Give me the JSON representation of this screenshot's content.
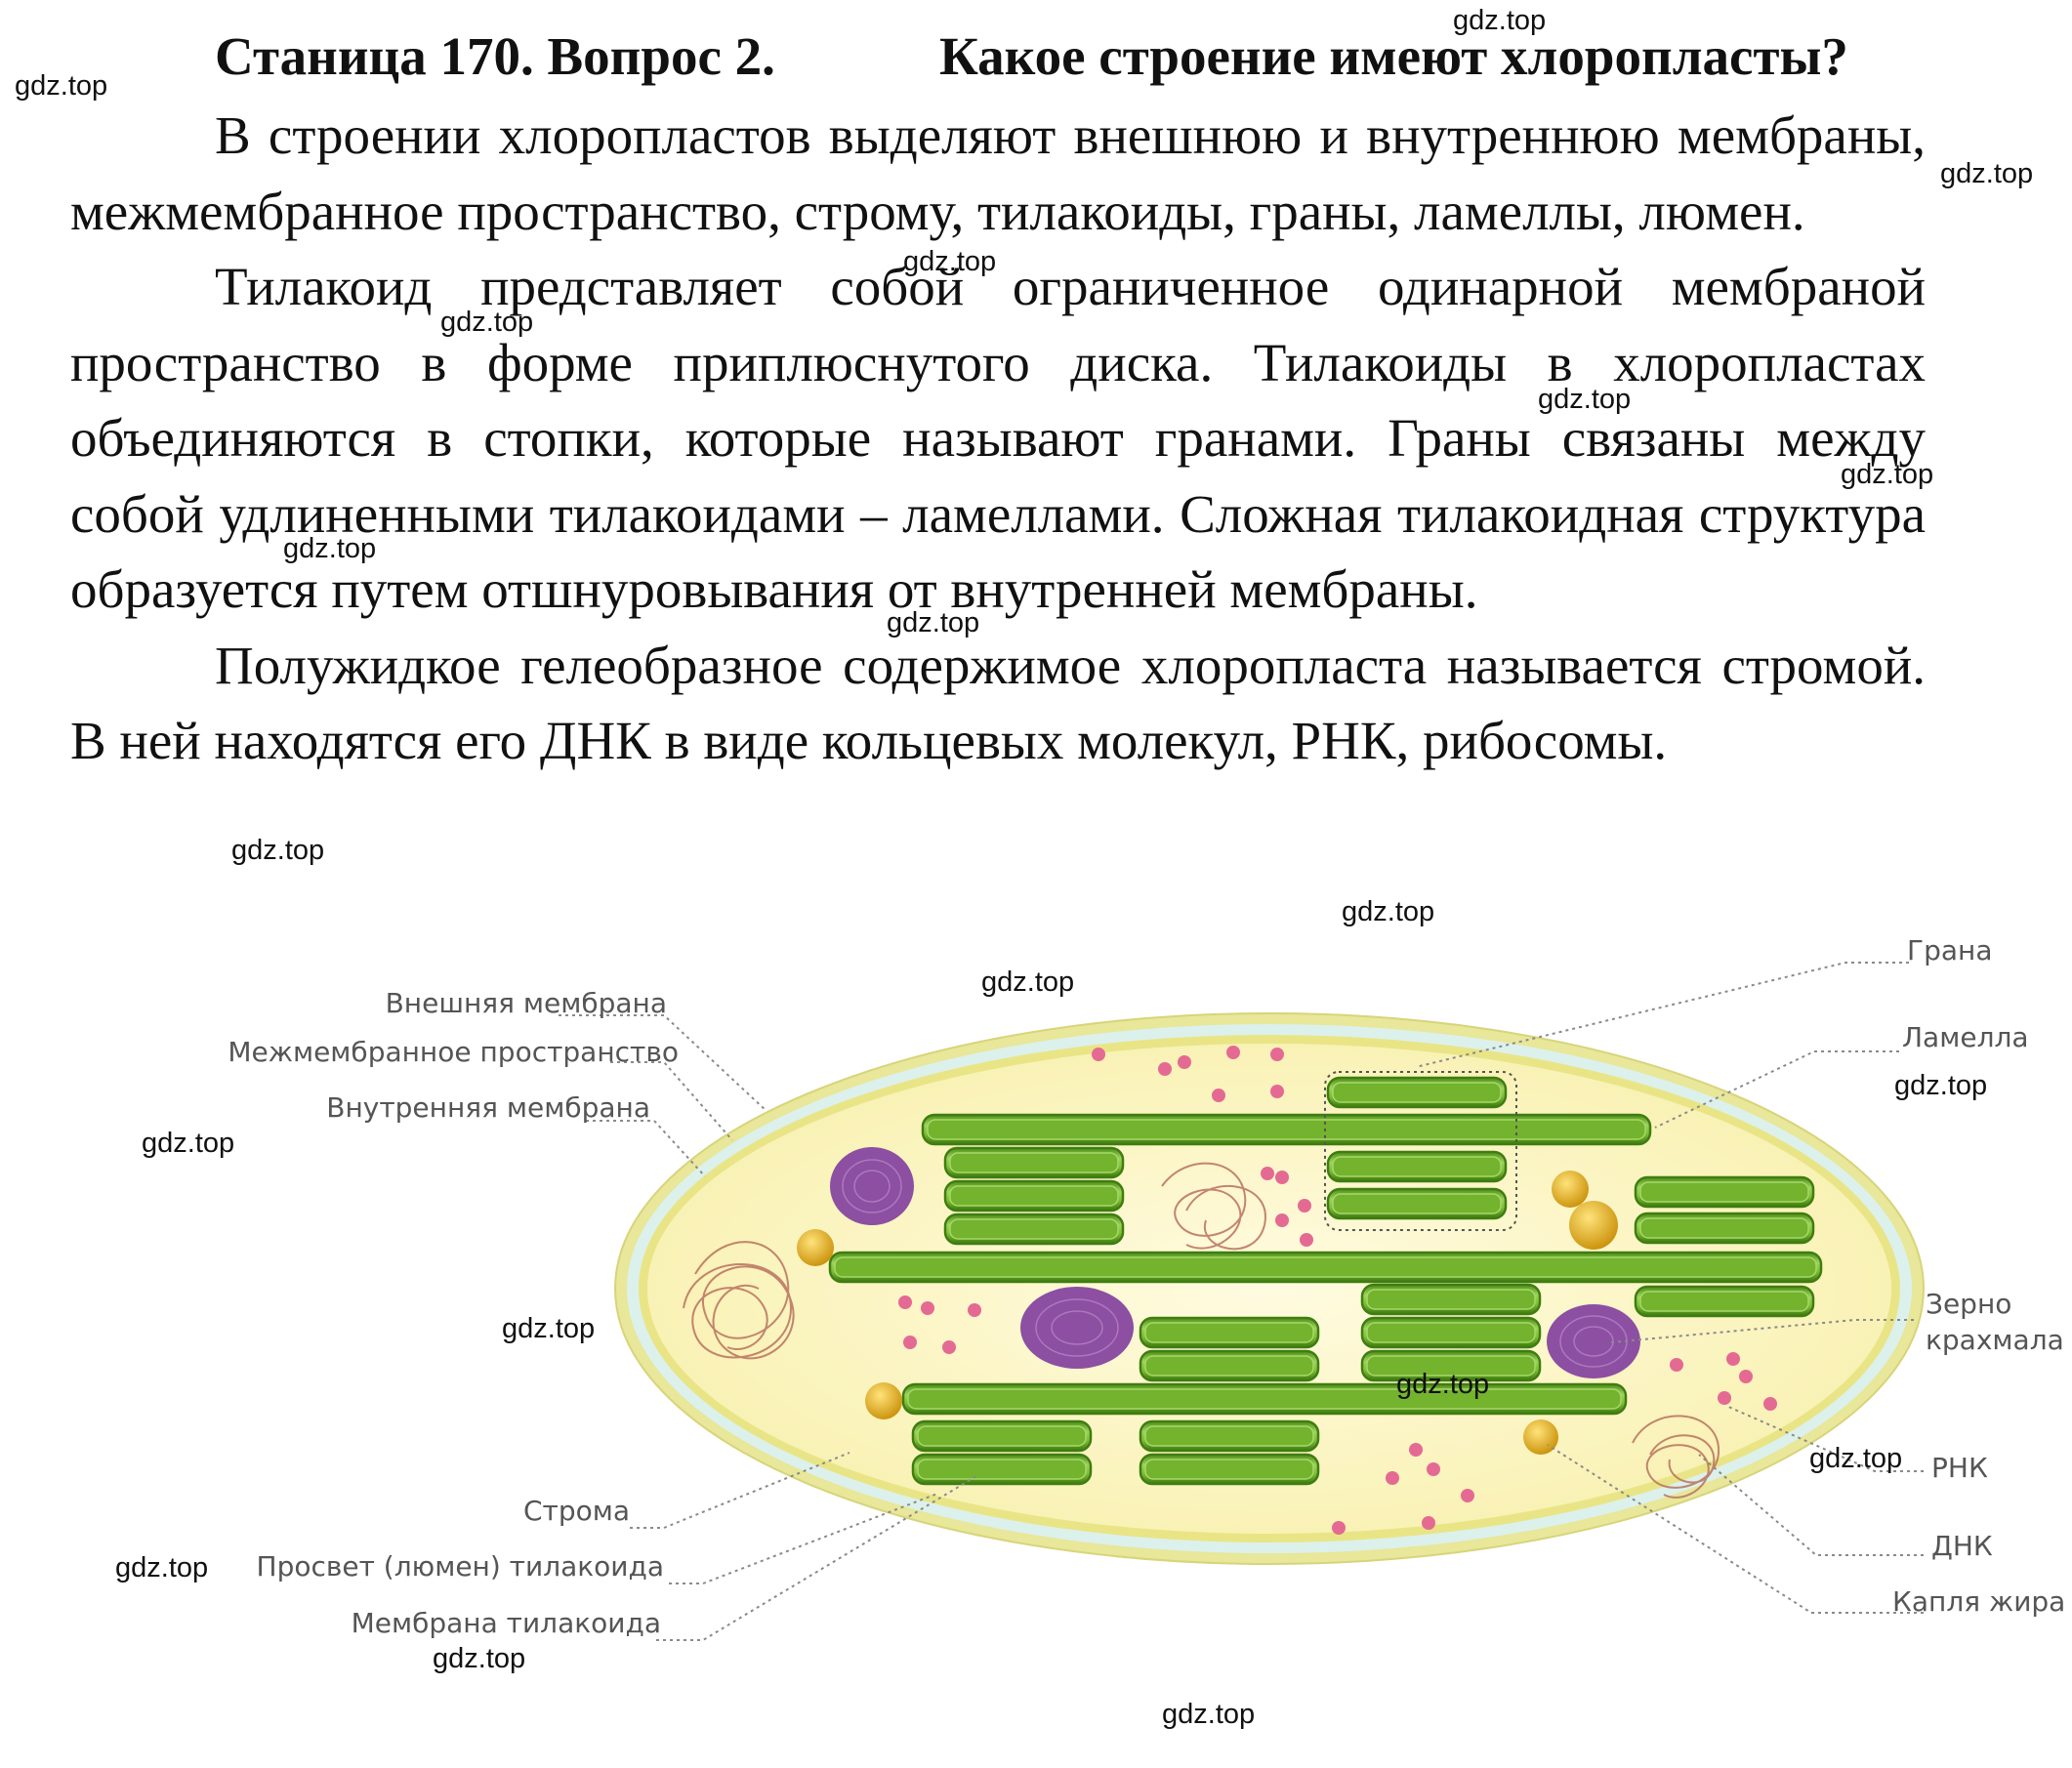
{
  "header": {
    "title": "Станица 170. Вопрос 2.",
    "question": "Какое строение имеют хлоропласты?"
  },
  "paragraphs": [
    "В строении хлоропластов выделяют внешнюю и внутреннюю мембраны, межмембранное пространство, строму, тилакоиды, граны, ламеллы, люмен.",
    "Тилакоид представляет собой ограниченное одинарной мембраной пространство в форме приплюснутого диска. Тилакоиды в хлоропластах объединяются в стопки, которые называют гранами. Граны связаны между собой удлиненными тилакоидами – ламеллами. Сложная тилакоидная структура образуется путем отшнуровывания от внутренней мембраны.",
    "Полужидкое гелеобразное содержимое хлоропласта называется стромой. В ней находятся его ДНК в виде кольцевых молекул, РНК, рибосомы."
  ],
  "watermark": "gdz.top",
  "diagram": {
    "labels": {
      "outer_membrane": "Внешняя мембрана",
      "intermembrane_space": "Межмембранное пространство",
      "inner_membrane": "Внутренняя мембрана",
      "stroma": "Строма",
      "lumen": "Просвет (люмен) тилакоида",
      "thylakoid_membrane": "Мембрана тилакоида",
      "granum": "Грана",
      "lamella": "Ламелла",
      "starch_line1": "Зерно",
      "starch_line2": "крахмала",
      "rna": "РНК",
      "dna": "ДНК",
      "lipid": "Капля жира"
    },
    "colors": {
      "thylakoid": "#74b32d",
      "thylakoid_light": "#a6d86a",
      "thylakoid_dark": "#3f7d10",
      "starch": "#8a4f9e",
      "lipid": "#e6b41c",
      "rna": "#e0608c",
      "dna": "#b56a58",
      "stroma": "#fbf5c4",
      "membrane": "#e5e58a",
      "intermembrane": "#dff2ea"
    }
  }
}
